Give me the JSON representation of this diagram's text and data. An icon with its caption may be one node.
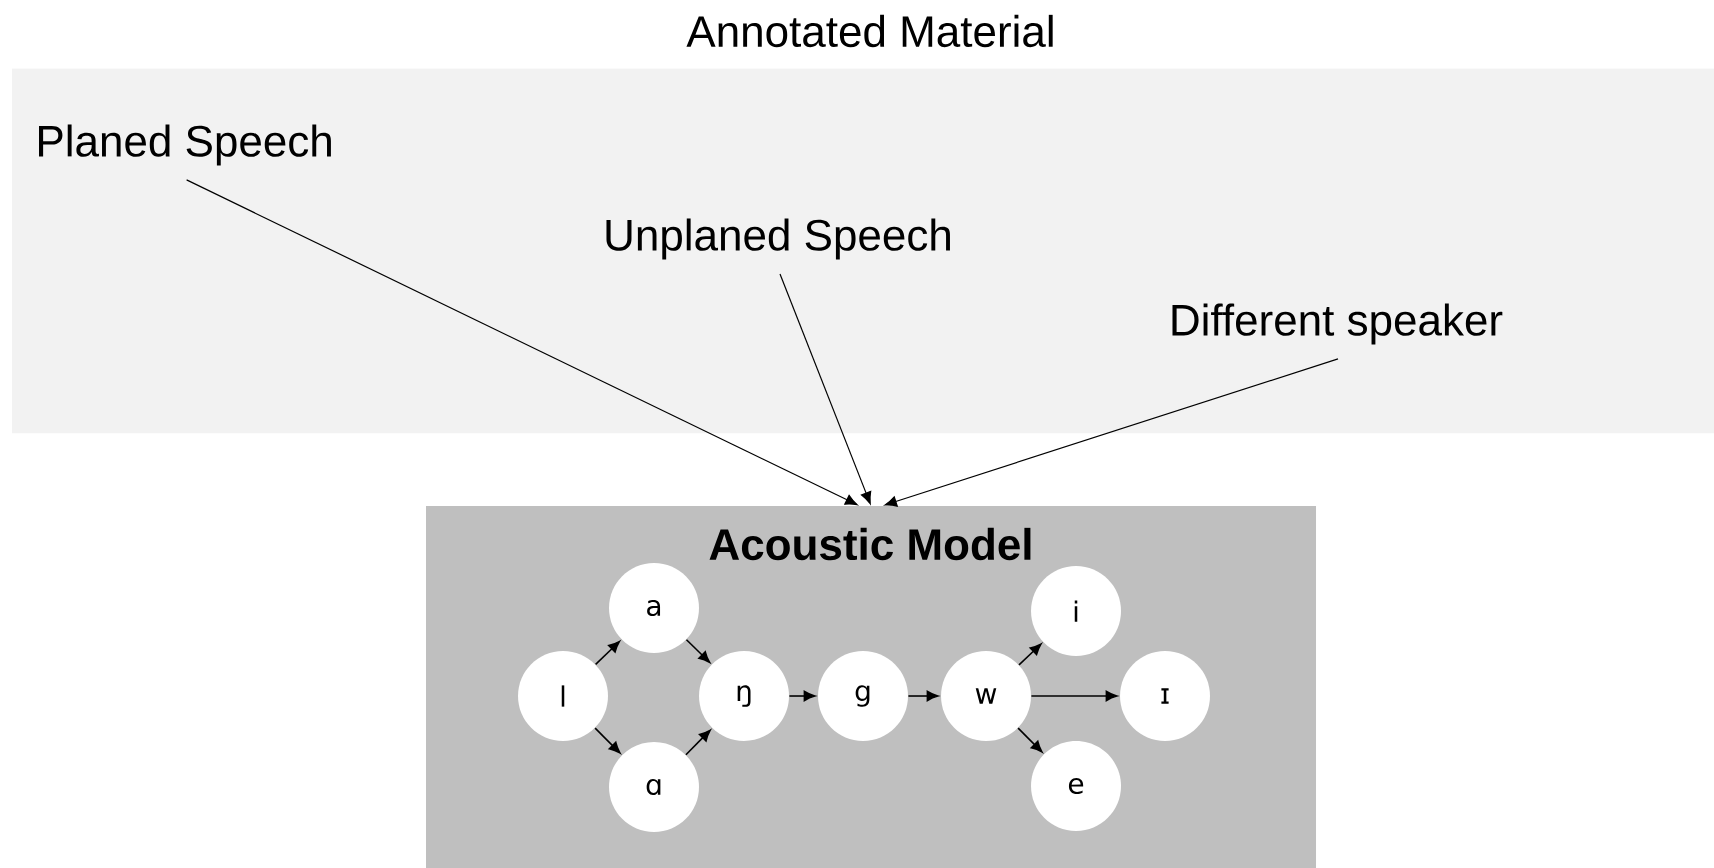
{
  "diagram": {
    "nodes": [
      {
        "text": [
          "Annotated Material"
        ]
      },
      {
        "text": [
          "Planed Speech"
        ],
        "in": 0
      },
      {
        "text": [
          "Unplaned Speech"
        ],
        "in": 0
      },
      {
        "text": [
          "Different speaker"
        ],
        "in": 0
      },
      {
        "text": [
          "Acoustic Model"
        ]
      },
      {
        "text": [
          "l"
        ],
        "in": 4
      },
      {
        "text": [
          "a"
        ],
        "in": 4
      },
      {
        "text": [
          "ɑ"
        ],
        "in": 4
      },
      {
        "text": [
          "ŋ"
        ],
        "in": 4
      },
      {
        "text": [
          "g"
        ],
        "in": 4
      },
      {
        "text": [
          "w"
        ],
        "in": 4
      },
      {
        "text": [
          "i"
        ],
        "in": 4
      },
      {
        "text": [
          "ɪ"
        ],
        "in": 4
      },
      {
        "text": [
          "e"
        ],
        "in": 4
      }
    ],
    "edges": [
      {
        "from": 1,
        "to": 4,
        "arrow": "to"
      },
      {
        "from": 2,
        "to": 4,
        "arrow": "to"
      },
      {
        "from": 3,
        "to": 4,
        "arrow": "to"
      },
      {
        "from": 5,
        "to": 6,
        "arrow": "to"
      },
      {
        "from": 5,
        "to": 7,
        "arrow": "to"
      },
      {
        "from": 6,
        "to": 8,
        "arrow": "to"
      },
      {
        "from": 7,
        "to": 8,
        "arrow": "to"
      },
      {
        "from": 8,
        "to": 9,
        "arrow": "to"
      },
      {
        "from": 9,
        "to": 10,
        "arrow": "to"
      },
      {
        "from": 10,
        "to": 11,
        "arrow": "to"
      },
      {
        "from": 10,
        "to": 12,
        "arrow": "to"
      },
      {
        "from": 10,
        "to": 13,
        "arrow": "to"
      }
    ]
  }
}
